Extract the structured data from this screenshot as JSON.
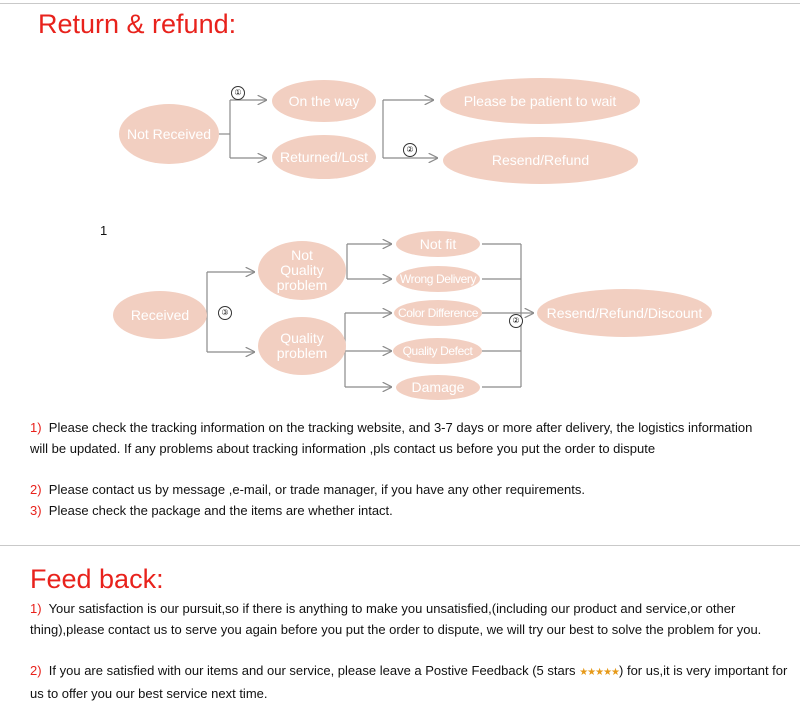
{
  "return_section": {
    "heading": "Return & refund:",
    "flow1": {
      "start": "Not Received",
      "on_the_way": "On the way",
      "returned_lost": "Returned/Lost",
      "wait": "Please be patient to wait",
      "resend_refund": "Resend/Refund",
      "step_a": "①",
      "step_b": "②"
    },
    "separator_label": "1",
    "flow2": {
      "start": "Received",
      "not_quality": "Not\nQuality\nproblem",
      "quality": "Quality\nproblem",
      "not_fit": "Not fit",
      "wrong_delivery": "Wrong Delivery",
      "color_difference": "Color Difference",
      "quality_defect": "Quality Defect",
      "damage": "Damage",
      "outcome": "Resend/Refund/Discount",
      "step_a": "③",
      "step_b": "②"
    },
    "notes": [
      {
        "num": "1)",
        "text": "Please check the tracking information on the tracking website, and 3-7 days or more after delivery, the logistics information will be updated. If any problems about tracking information ,pls contact us before you put the order to dispute"
      },
      {
        "num": "2)",
        "text": "Please contact us by message ,e-mail, or trade manager, if you have any other requirements."
      },
      {
        "num": "3)",
        "text": "Please check the package and the items are whether intact."
      }
    ]
  },
  "feedback_section": {
    "heading": "Feed back:",
    "item1": {
      "num": "1)",
      "text": "Your satisfaction is our pursuit,so if there is anything to make you unsatisfied,(including our product and service,or other thing),please contact us to serve you again before you put the order to dispute, we will try our best to solve the problem for you."
    },
    "item2": {
      "num": "2)",
      "text_before": "If you are satisfied with our items and our service, please leave a Postive Feedback (5 stars",
      "stars": "★★★★★",
      "text_after": ") for us,it is very important for us to offer you our best service next time."
    }
  },
  "colors": {
    "heading": "#e8221c",
    "oval_fill": "#f2cfc1",
    "lines": "#8a8a8a"
  }
}
